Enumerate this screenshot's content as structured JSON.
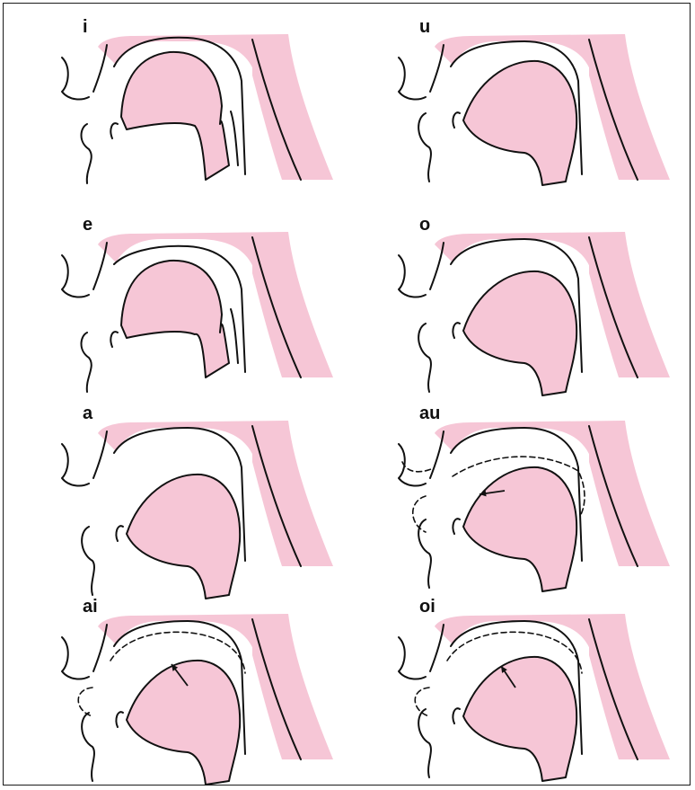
{
  "colors": {
    "tissue": "#f6c6d6",
    "ink": "#111111",
    "frame": "#1a1a1a"
  },
  "panels": [
    {
      "label": "i",
      "tongue": "high-front"
    },
    {
      "label": "u",
      "tongue": "high-back"
    },
    {
      "label": "e",
      "tongue": "mid-front"
    },
    {
      "label": "o",
      "tongue": "mid-back"
    },
    {
      "label": "a",
      "tongue": "low"
    },
    {
      "label": "au",
      "tongue": "low-to-high-back"
    },
    {
      "label": "ai",
      "tongue": "low-to-high-front"
    },
    {
      "label": "oi",
      "tongue": "mid-back-to-high-front"
    }
  ]
}
